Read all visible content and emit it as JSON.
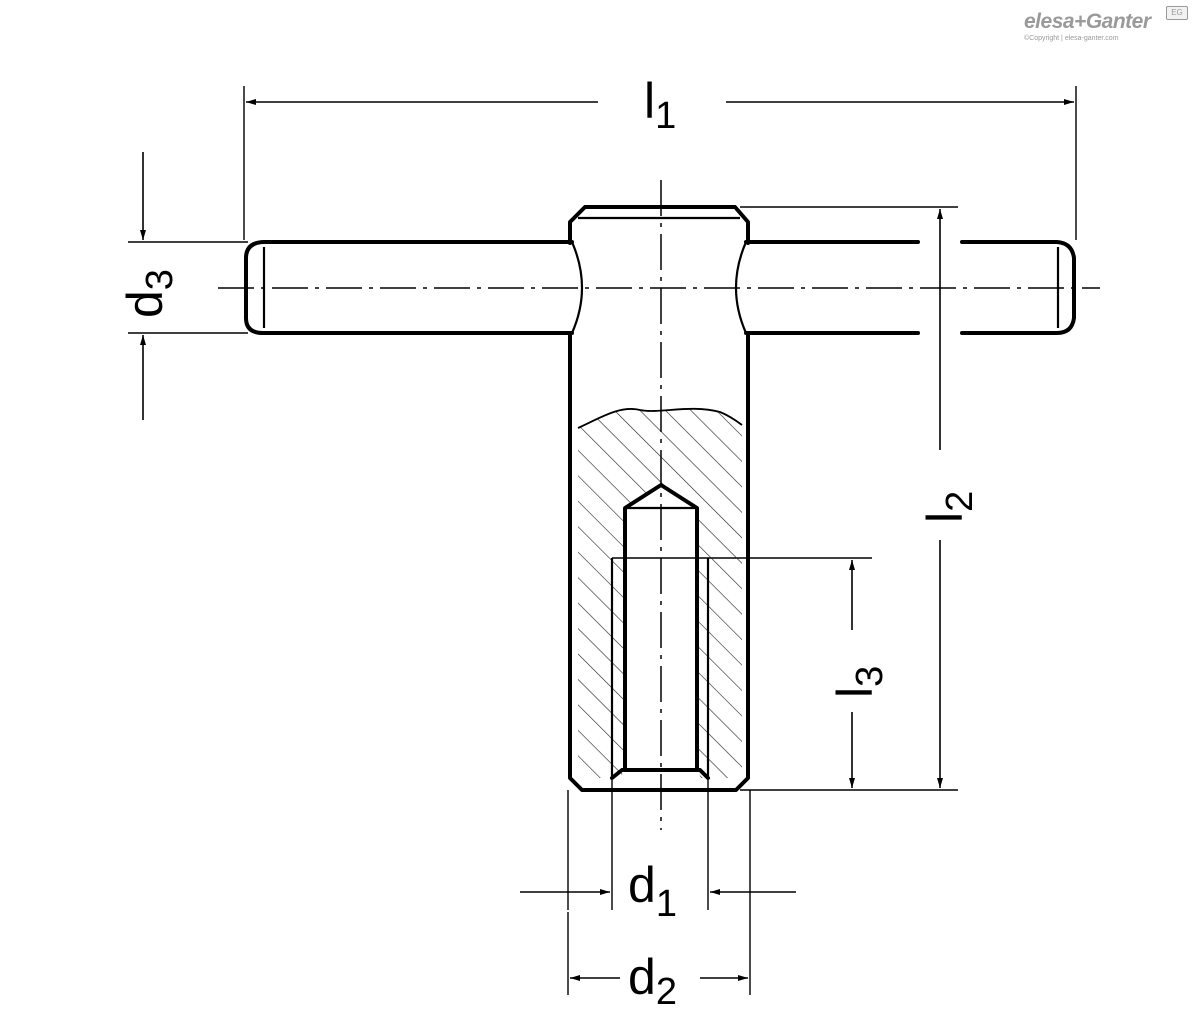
{
  "logo": {
    "brand": "elesa+Ganter",
    "badge": "EG",
    "copyright": "©Copyright | elesa-ganter.com"
  },
  "dimensions": {
    "l1": {
      "main": "l",
      "sub": "1"
    },
    "l2": {
      "main": "l",
      "sub": "2"
    },
    "l3": {
      "main": "l",
      "sub": "3"
    },
    "d1": {
      "main": "d",
      "sub": "1"
    },
    "d2": {
      "main": "d",
      "sub": "2"
    },
    "d3": {
      "main": "d",
      "sub": "3"
    }
  }
}
